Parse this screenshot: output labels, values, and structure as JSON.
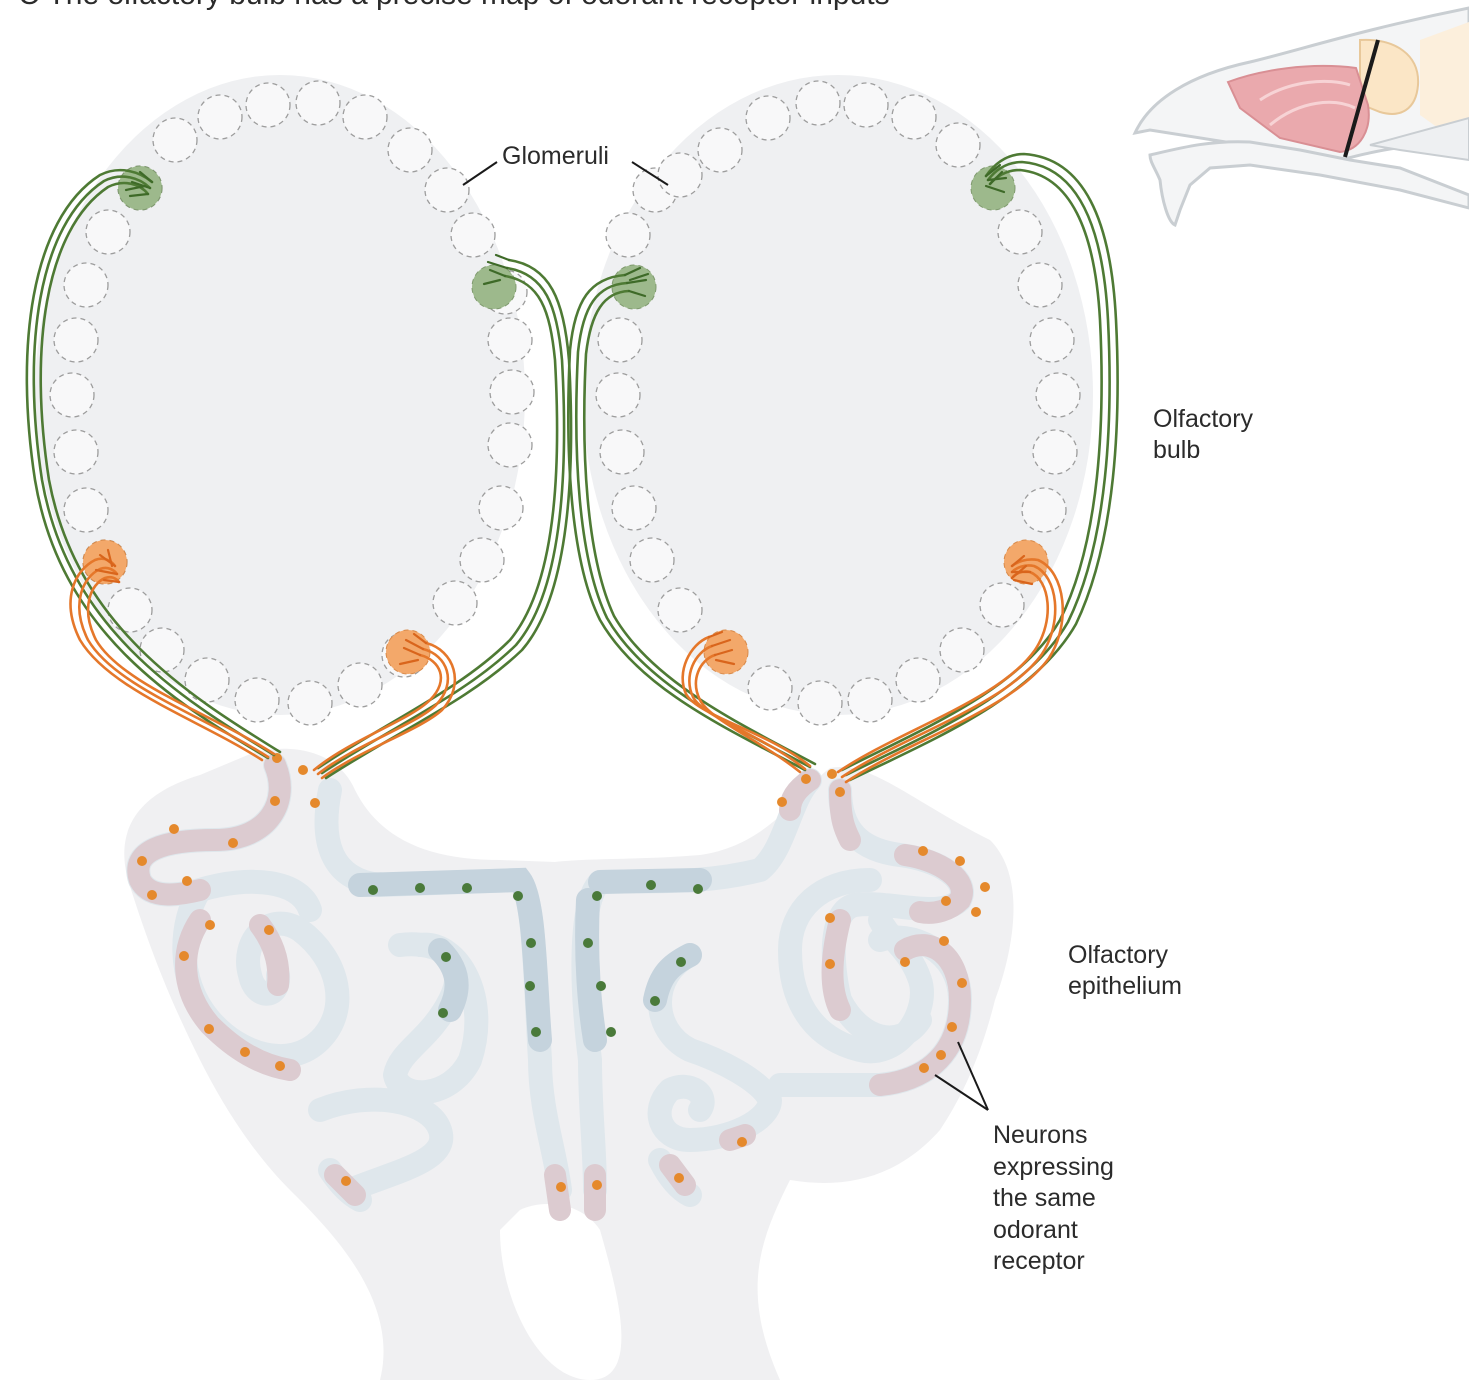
{
  "figure": {
    "title": "C  The olfactory bulb has a precise map of odorant receptor inputs",
    "labels": {
      "glomeruli": "Glomeruli",
      "bulb_line1": "Olfactory",
      "bulb_line2": "bulb",
      "epithelium_line1": "Olfactory",
      "epithelium_line2": "epithelium",
      "neurons_line1": "Neurons",
      "neurons_line2": "expressing",
      "neurons_line3": "the same",
      "neurons_line4": "odorant",
      "neurons_line5": "receptor"
    }
  },
  "colors": {
    "bulb_fill": "#eff0f2",
    "glomerulus_fill": "#f8f8f9",
    "glomerulus_stroke": "#9d9d9d",
    "green_axon": "#4e7a34",
    "green_glomerulus": "#9db98c",
    "orange_axon": "#e5772a",
    "orange_glomerulus": "#f3a86a",
    "epithelium_background": "#f0f0f2",
    "turbinate_band": "#dfe7ec",
    "band_blue_section": "#c5d3dd",
    "band_pink_section": "#dccbd0",
    "neuron_orange": "#e5892c",
    "neuron_green": "#4a7a3a",
    "head_pink": "#e6a4a8",
    "head_cream": "#fbe6c6"
  }
}
